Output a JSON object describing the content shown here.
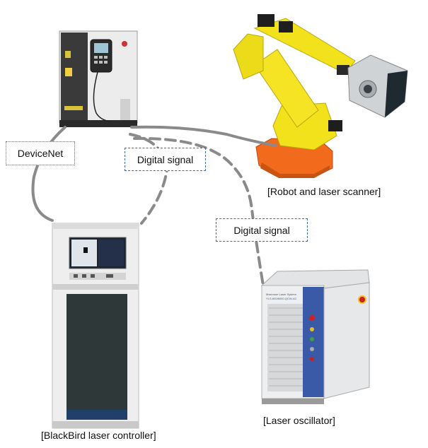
{
  "components": {
    "robot_label": "[Robot and laser scanner]",
    "controller_label": "[BlackBird laser controller]",
    "oscillator_label": "[Laser oscillator]",
    "oscillator_brand": "Maximum Laser System",
    "oscillator_model": "YLS-600/6000-QCW-AC"
  },
  "connections": {
    "devicenet_label": "DeviceNet",
    "digital_signal_1": "Digital signal",
    "digital_signal_2": "Digital signal"
  },
  "colors": {
    "cable": "#8a8a8a",
    "robot_yellow": "#f2e21b",
    "robot_base": "#f26a1b",
    "box_border": "#3a6db3",
    "oscillator_blue": "#3a5aa8"
  }
}
